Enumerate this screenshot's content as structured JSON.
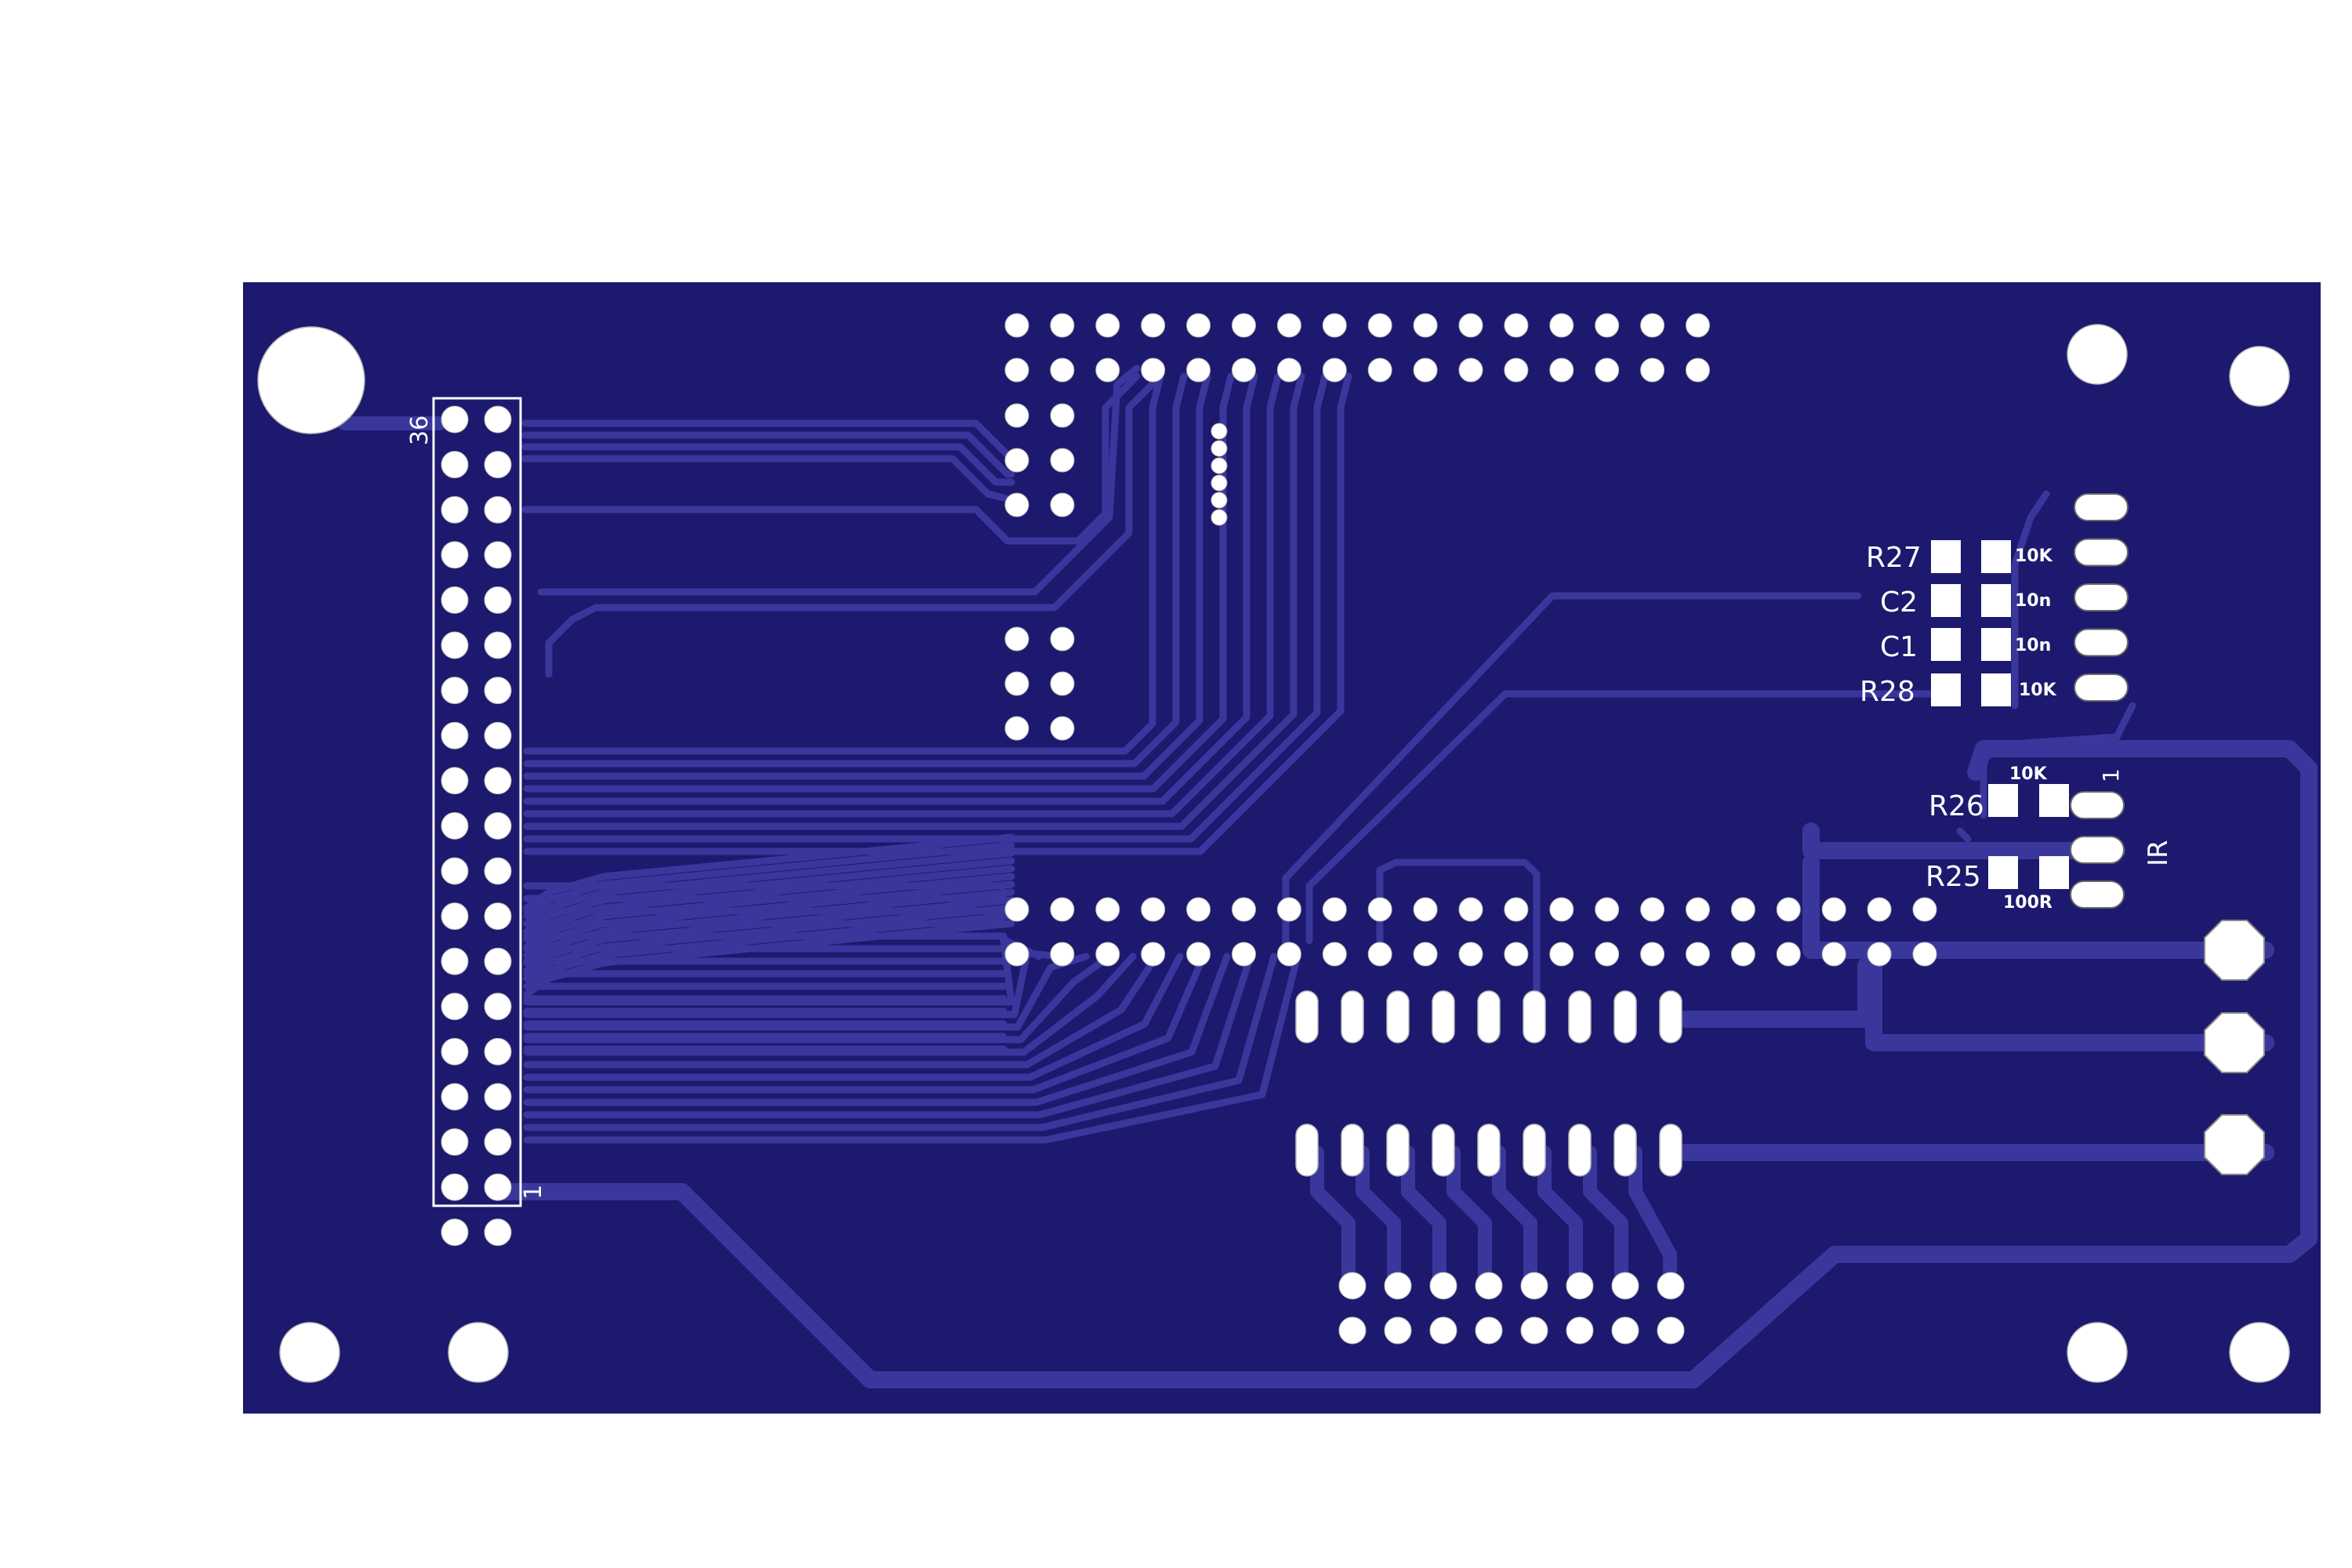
{
  "board": {
    "colors": {
      "substrate": "#1c196e",
      "copper": "#3a379c",
      "pad": "#ffffff",
      "pad_outline": "#b8b8b8",
      "silkscreen": "#ffffff",
      "background": "#ffffff"
    }
  },
  "labels": {
    "header_pin_36": "36",
    "header_pin_1": "1",
    "r27": "R27",
    "c2": "C2",
    "c1": "C1",
    "r28": "R28",
    "r26": "R26",
    "r25": "R25",
    "r27_value": "10K",
    "c2_value": "10n",
    "c1_value": "10n",
    "r28_value": "10K",
    "r26_value": "10K",
    "r25_value": "100R",
    "ir_label": "IR",
    "ir_pin1": "1"
  }
}
